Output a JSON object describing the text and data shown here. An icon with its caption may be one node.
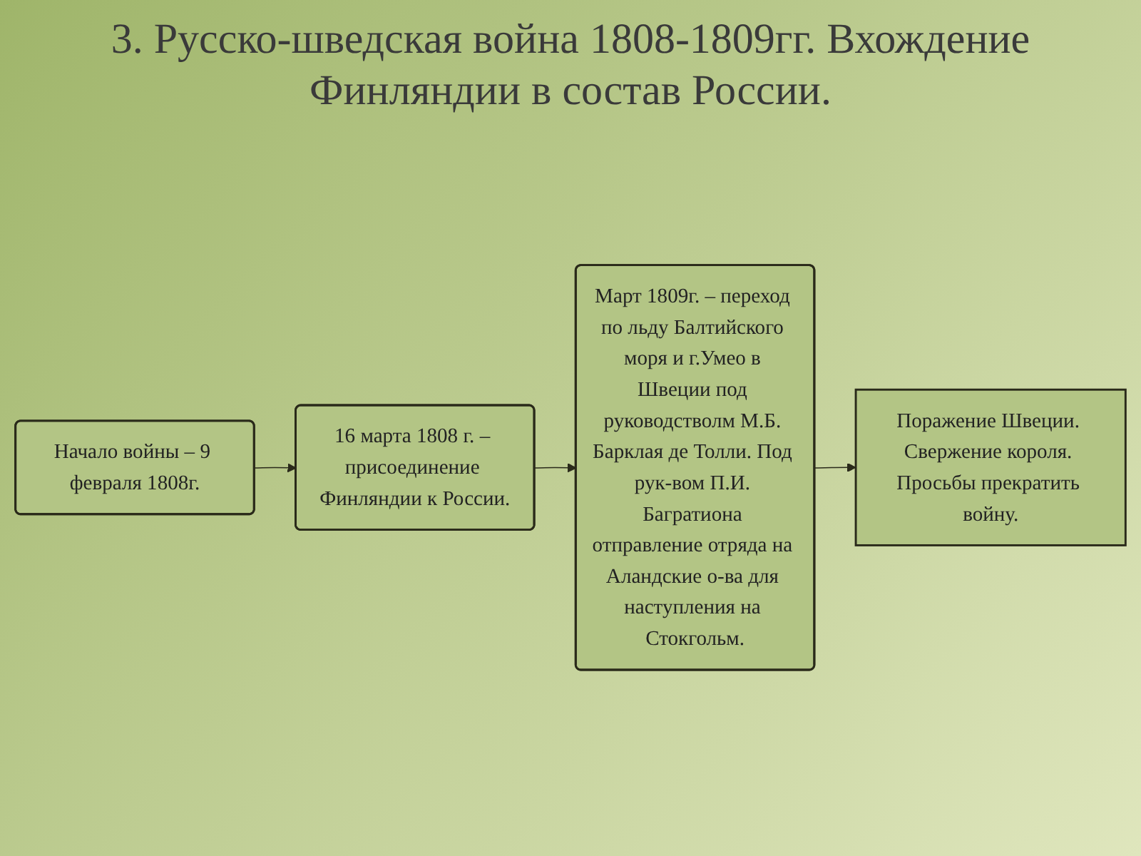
{
  "diagram": {
    "title": "3. Русско-шведская война 1808-1809гг. Вхождение Финляндии в состав России.",
    "nodes": [
      {
        "text": [
          "Начало войны – 9 февраля 1808г."
        ]
      },
      {
        "text": [
          "16 марта 1808 г. – присоединение Финляндии к России."
        ]
      },
      {
        "text": [
          "Март 1809г. – переход по льду Балтийского моря и г.Умео в Швеции под руководстволм М.Б. Барклая де Толли. Под рук-вом П.И. Багратиона отправление отряда на Аландские о-ва для наступления на Стокгольм."
        ]
      },
      {
        "text": [
          "Поражение Швеции. Свержение короля. Просьбы прекратить войну."
        ]
      }
    ],
    "edges": [
      {
        "from": 0,
        "to": 1,
        "arrow": "to"
      },
      {
        "from": 1,
        "to": 2,
        "arrow": "to"
      },
      {
        "from": 2,
        "to": 3,
        "arrow": "to"
      }
    ]
  }
}
